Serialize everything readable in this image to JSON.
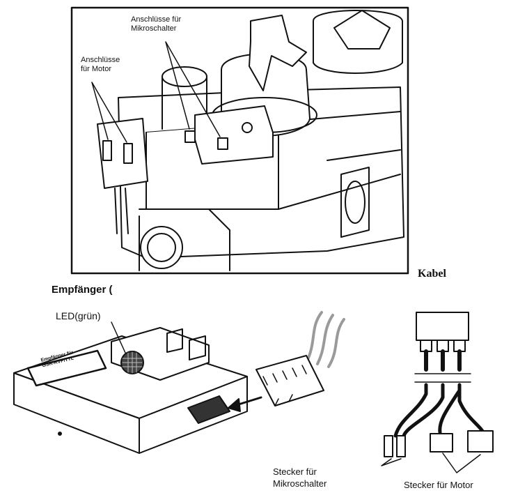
{
  "labels": {
    "mikroschalter_top": "Anschlüsse für\nMikroschalter",
    "motor_top": "Anschlüsse\nfür Motor",
    "kabel": "Kabel",
    "empfaenger": "Empfänger (",
    "led": "LED(grün)",
    "stecker_mikro": "Stecker für\nMikroschalter",
    "stecker_motor": "Stecker für Motor",
    "receiver_plate": "Empfänger für\nGSR-RVP/TTL"
  },
  "colors": {
    "ink": "#111111",
    "paper": "#ffffff",
    "wire": "#9a9a9a"
  }
}
